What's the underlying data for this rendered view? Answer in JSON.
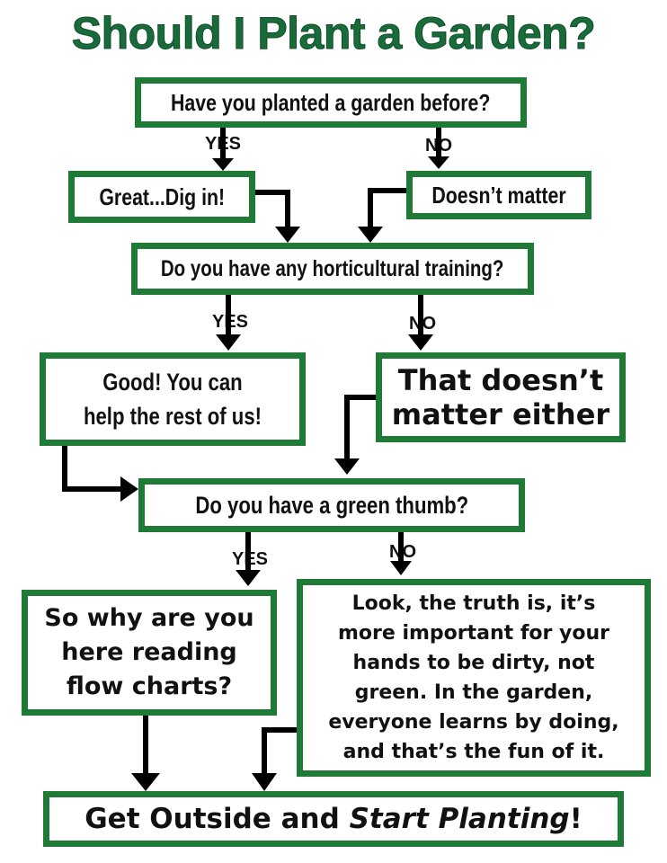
{
  "title": "Should I Plant a Garden?",
  "nodes": {
    "q1": "Have you planted a garden before?",
    "yes1": "Great...Dig in!",
    "no1": "Doesn’t matter",
    "q2": "Do you have any horticultural training?",
    "yes2_line1": "Good! You can",
    "yes2_line2": "help the rest of us!",
    "no2_line1": "That doesn’t",
    "no2_line2": "matter either",
    "q3": "Do you have a green thumb?",
    "yes3_line1": "So why are you",
    "yes3_line2": "here reading",
    "yes3_line3": "flow charts?",
    "no3_line1": "Look, the truth is, it’s",
    "no3_line2": "more important for your",
    "no3_line3": "hands to be dirty, not",
    "no3_line4": "green. In the garden,",
    "no3_line5": "everyone learns by doing,",
    "no3_line6": "and that’s the fun of it.",
    "final_part1": "Get Outside and ",
    "final_part2": "Start Planting",
    "final_part3": "!"
  },
  "edge_labels": {
    "yes": "YES",
    "no": "NO"
  },
  "colors": {
    "title": "#1a6b3a",
    "box_border": "#1e7a34",
    "arrow": "#000000"
  }
}
